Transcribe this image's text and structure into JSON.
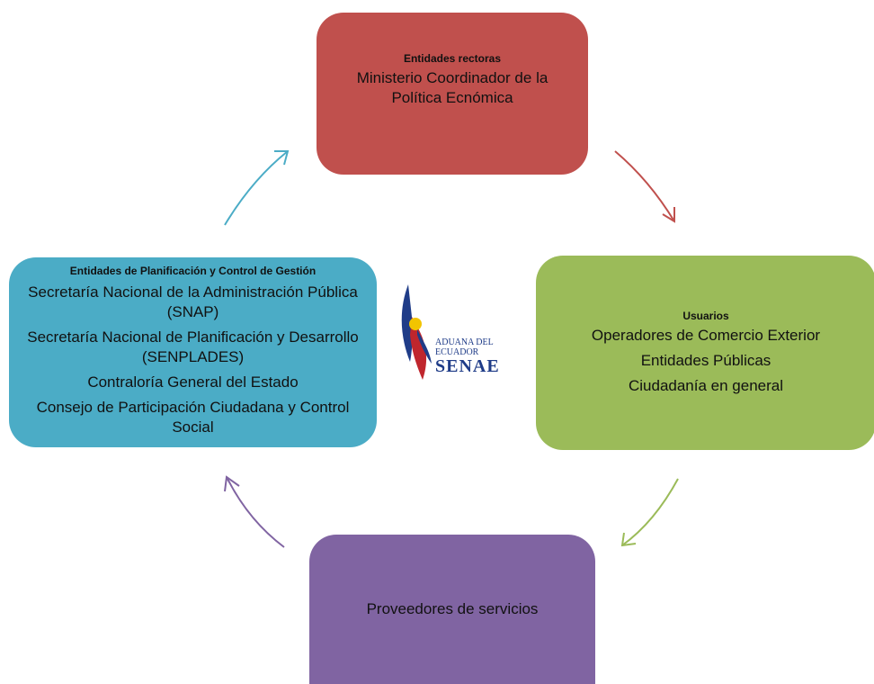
{
  "top_box": {
    "title": "Entidades rectoras",
    "line1": "Ministerio Coordinador de la",
    "line2": "Política Ecnómica",
    "color": "#c0504d"
  },
  "right_box": {
    "title": "Usuarios",
    "items": [
      "Operadores de Comercio Exterior",
      "Entidades Públicas",
      "Ciudadanía en general"
    ],
    "color": "#9bbb59"
  },
  "bottom_box": {
    "label": "Proveedores de servicios",
    "color": "#8064a2"
  },
  "left_box": {
    "title": "Entidades de Planificación y Control de Gestión",
    "lines": [
      "Secretaría Nacional de la Administración Pública",
      "(SNAP)",
      "Secretaría Nacional de Planificación y Desarrollo",
      "(SENPLADES)",
      "Contraloría General del Estado",
      "Consejo de Participación Ciudadana y Control",
      "Social"
    ],
    "color": "#4bacc6"
  },
  "logo": {
    "line1": "ADUANA DEL",
    "line2": "ECUADOR",
    "line3": "SENAE",
    "icon": "senae-logo"
  }
}
